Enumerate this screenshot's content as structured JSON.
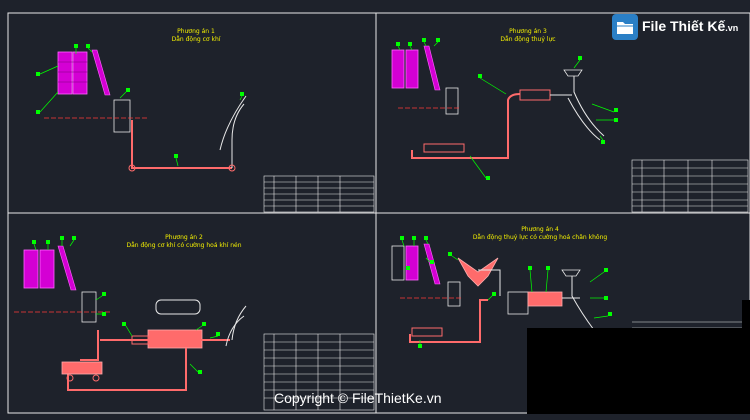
{
  "panels": [
    {
      "title_line1": "Phương án 1",
      "title_line2": "Dẫn động cơ khí"
    },
    {
      "title_line1": "Phương án 3",
      "title_line2": "Dẫn động thuỷ lực"
    },
    {
      "title_line1": "Phương án 2",
      "title_line2": "Dẫn động cơ khí có cường hoá khí nén"
    },
    {
      "title_line1": "Phương án 4",
      "title_line2": "Dẫn động thuỷ lực có cường hoá chân không"
    }
  ],
  "watermark": {
    "logo_text": "File Thiết Kế",
    "logo_suffix": ".vn",
    "copyright": "Copyright © FileThietKe.vn"
  },
  "colors": {
    "background": "#1e222b",
    "frame": "#e8e8e8",
    "leader": "#00ff00",
    "magenta": "#ff00ff",
    "pipe": "#ff6b6b",
    "title": "#f6f200",
    "brand": "#2a7fc6"
  }
}
